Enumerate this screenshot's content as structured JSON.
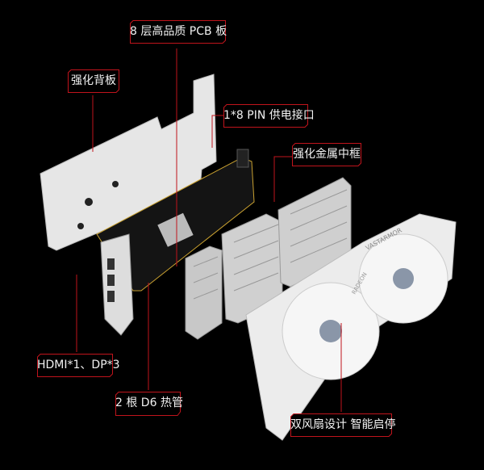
{
  "labels": {
    "pcb": "8 层高品质 PCB 板",
    "backplate": "强化背板",
    "power": "1*8 PIN 供电接口",
    "frame": "强化金属中框",
    "ports": "HDMI*1、DP*3",
    "heatpipe": "2 根 D6 热管",
    "fans": "双风扇设计 智能启停"
  },
  "product_brand_text": [
    "VASTARMOR",
    "RADEON"
  ],
  "colors": {
    "background": "#000000",
    "accent": "#c0141c",
    "text": "#f2f2f2"
  }
}
